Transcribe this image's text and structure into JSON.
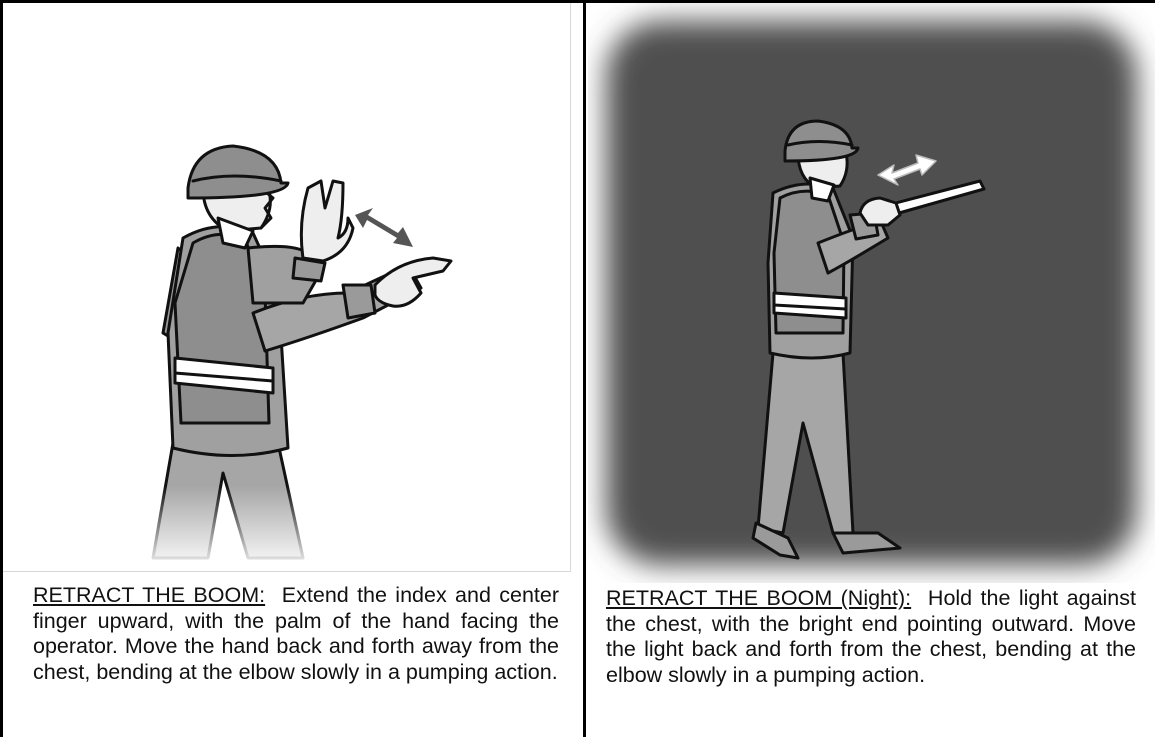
{
  "left": {
    "title": "RETRACT THE BOOM:",
    "text": "Extend the index and center finger upward, with the palm of the hand facing the operator.  Move the hand back and forth away from the chest, bending at the elbow slowly in a pumping action."
  },
  "right": {
    "title": "RETRACT THE BOOM (Night):",
    "text": "Hold the light against the chest, with the bright end pointing outward. Move the light back and forth from the chest, bending at the elbow slowly in a pumping action."
  }
}
